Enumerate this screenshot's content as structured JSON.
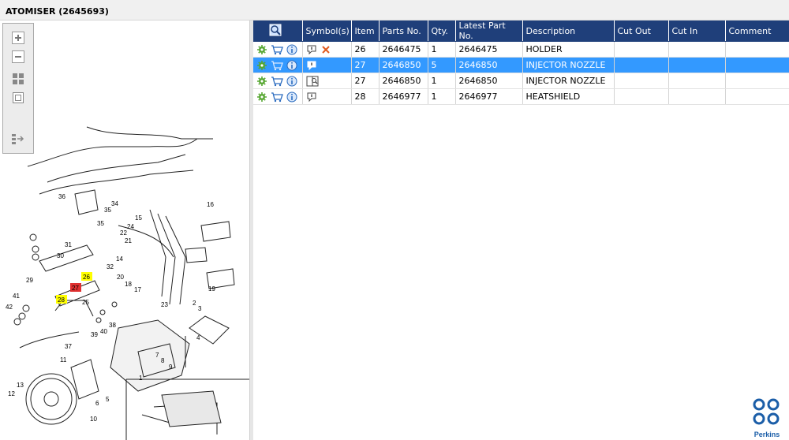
{
  "window": {
    "title": "ATOMISER (2645693)"
  },
  "toolbar": {
    "buttons": [
      "zoom-in",
      "zoom-out",
      "fit-view",
      "actual-size",
      "toggle-list"
    ]
  },
  "colors": {
    "header": "#1f3f7a",
    "selected": "#3399ff",
    "callout_highlight": "#ffff00",
    "callout_selected": "#e03030",
    "brand": "#1b5ea8"
  },
  "table": {
    "headers": {
      "symbols": "Symbol(s)",
      "item": "Item",
      "parts_no": "Parts No.",
      "qty": "Qty.",
      "latest": "Latest Part No.",
      "description": "Description",
      "cut_out": "Cut Out",
      "cut_in": "Cut In",
      "comment": "Comment"
    },
    "rows": [
      {
        "item": "26",
        "parts_no": "2646475",
        "qty": "1",
        "latest": "2646475",
        "description": "HOLDER",
        "cut_out": "",
        "cut_in": "",
        "comment": ""
      },
      {
        "item": "27",
        "parts_no": "2646850",
        "qty": "5",
        "latest": "2646850",
        "description": "INJECTOR NOZZLE",
        "cut_out": "",
        "cut_in": "",
        "comment": ""
      },
      {
        "item": "27",
        "parts_no": "2646850",
        "qty": "1",
        "latest": "2646850",
        "description": "INJECTOR NOZZLE",
        "cut_out": "",
        "cut_in": "",
        "comment": ""
      },
      {
        "item": "28",
        "parts_no": "2646977",
        "qty": "1",
        "latest": "2646977",
        "description": "HEATSHIELD",
        "cut_out": "",
        "cut_in": "",
        "comment": ""
      }
    ]
  },
  "diagram": {
    "callouts": [
      "36",
      "34",
      "35",
      "15",
      "16",
      "35",
      "24",
      "22",
      "21",
      "31",
      "14",
      "30",
      "32",
      "29",
      "26",
      "20",
      "18",
      "17",
      "27",
      "28",
      "25",
      "41",
      "42",
      "40",
      "38",
      "39",
      "37",
      "19",
      "2",
      "23",
      "3",
      "4",
      "11",
      "13",
      "12",
      "6",
      "5",
      "7",
      "8",
      "9",
      "10",
      "1"
    ],
    "highlighted": [
      "26",
      "28"
    ],
    "selected": [
      "27"
    ]
  },
  "brand": {
    "name": "Perkins"
  }
}
